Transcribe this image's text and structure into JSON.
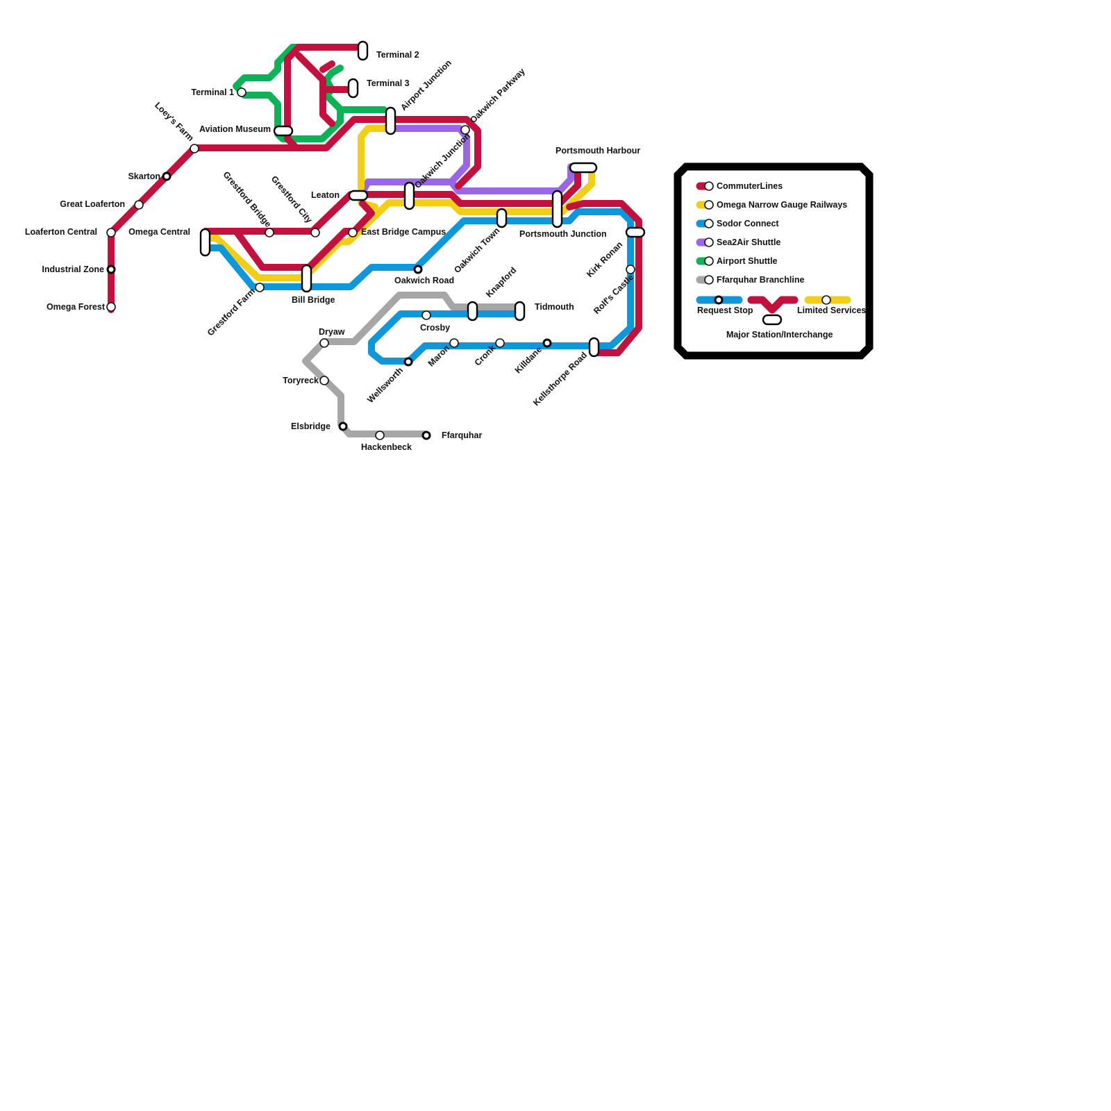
{
  "lines": {
    "commuter": {
      "name": "CommuterLines",
      "color": "#c2113e"
    },
    "narrow_gauge": {
      "name": "Omega Narrow Gauge Railways",
      "color": "#f2ce17"
    },
    "sodor": {
      "name": "Sodor Connect",
      "color": "#0f98d9"
    },
    "sea2air": {
      "name": "Sea2Air Shuttle",
      "color": "#9a66e6"
    },
    "airport": {
      "name": "Airport Shuttle",
      "color": "#0cb356"
    },
    "branch": {
      "name": "Ffarquhar Branchline",
      "color": "#a6a6a6"
    }
  },
  "stations": {
    "terminal_2": "Terminal 2",
    "terminal_3": "Terminal 3",
    "terminal_1": "Terminal 1",
    "airport_junction": "Airport Junction",
    "oakwich_parkway": "Oakwich Parkway",
    "aviation_museum": "Aviation Museum",
    "loeys_farm": "Loey's Farm",
    "skarton": "Skarton",
    "great_loaferton": "Great Loaferton",
    "loaferton_central": "Loaferton Central",
    "industrial_zone": "Industrial Zone",
    "omega_forest": "Omega Forest",
    "omega_central": "Omega Central",
    "grestford_bridge": "Grestford Bridge",
    "grestford_city": "Grestford City",
    "leaton": "Leaton",
    "oakwich_junction": "Oakwich Junction",
    "east_bridge_campus": "East Bridge Campus",
    "grestford_farm": "Grestford Farm",
    "bill_bridge": "Bill Bridge",
    "oakwich_road": "Oakwich Road",
    "oakwich_town": "Oakwich Town",
    "portsmouth_harbour": "Portsmouth Harbour",
    "portsmouth_junction": "Portsmouth Junction",
    "kirk_ronan": "Kirk Ronan",
    "rolfs_castle": "Rolf's Castle",
    "knapford": "Knapford",
    "tidmouth": "Tidmouth",
    "crosby": "Crosby",
    "dryaw": "Dryaw",
    "toryreck": "Toryreck",
    "elsbridge": "Elsbridge",
    "hackenbeck": "Hackenbeck",
    "ffarquhar": "Ffarquhar",
    "wellsworth": "Wellsworth",
    "maron": "Maron",
    "cronk": "Cronk",
    "killdane": "Killdane",
    "kellsthorpe_road": "Kellsthorpe Road"
  },
  "legend": {
    "items": [
      "CommuterLines",
      "Omega Narrow Gauge Railways",
      "Sodor Connect",
      "Sea2Air Shuttle",
      "Airport Shuttle",
      "Ffarquhar Branchline"
    ],
    "request_stop": "Request Stop",
    "limited_services": "Limited Services",
    "major_station": "Major Station/Interchange"
  }
}
